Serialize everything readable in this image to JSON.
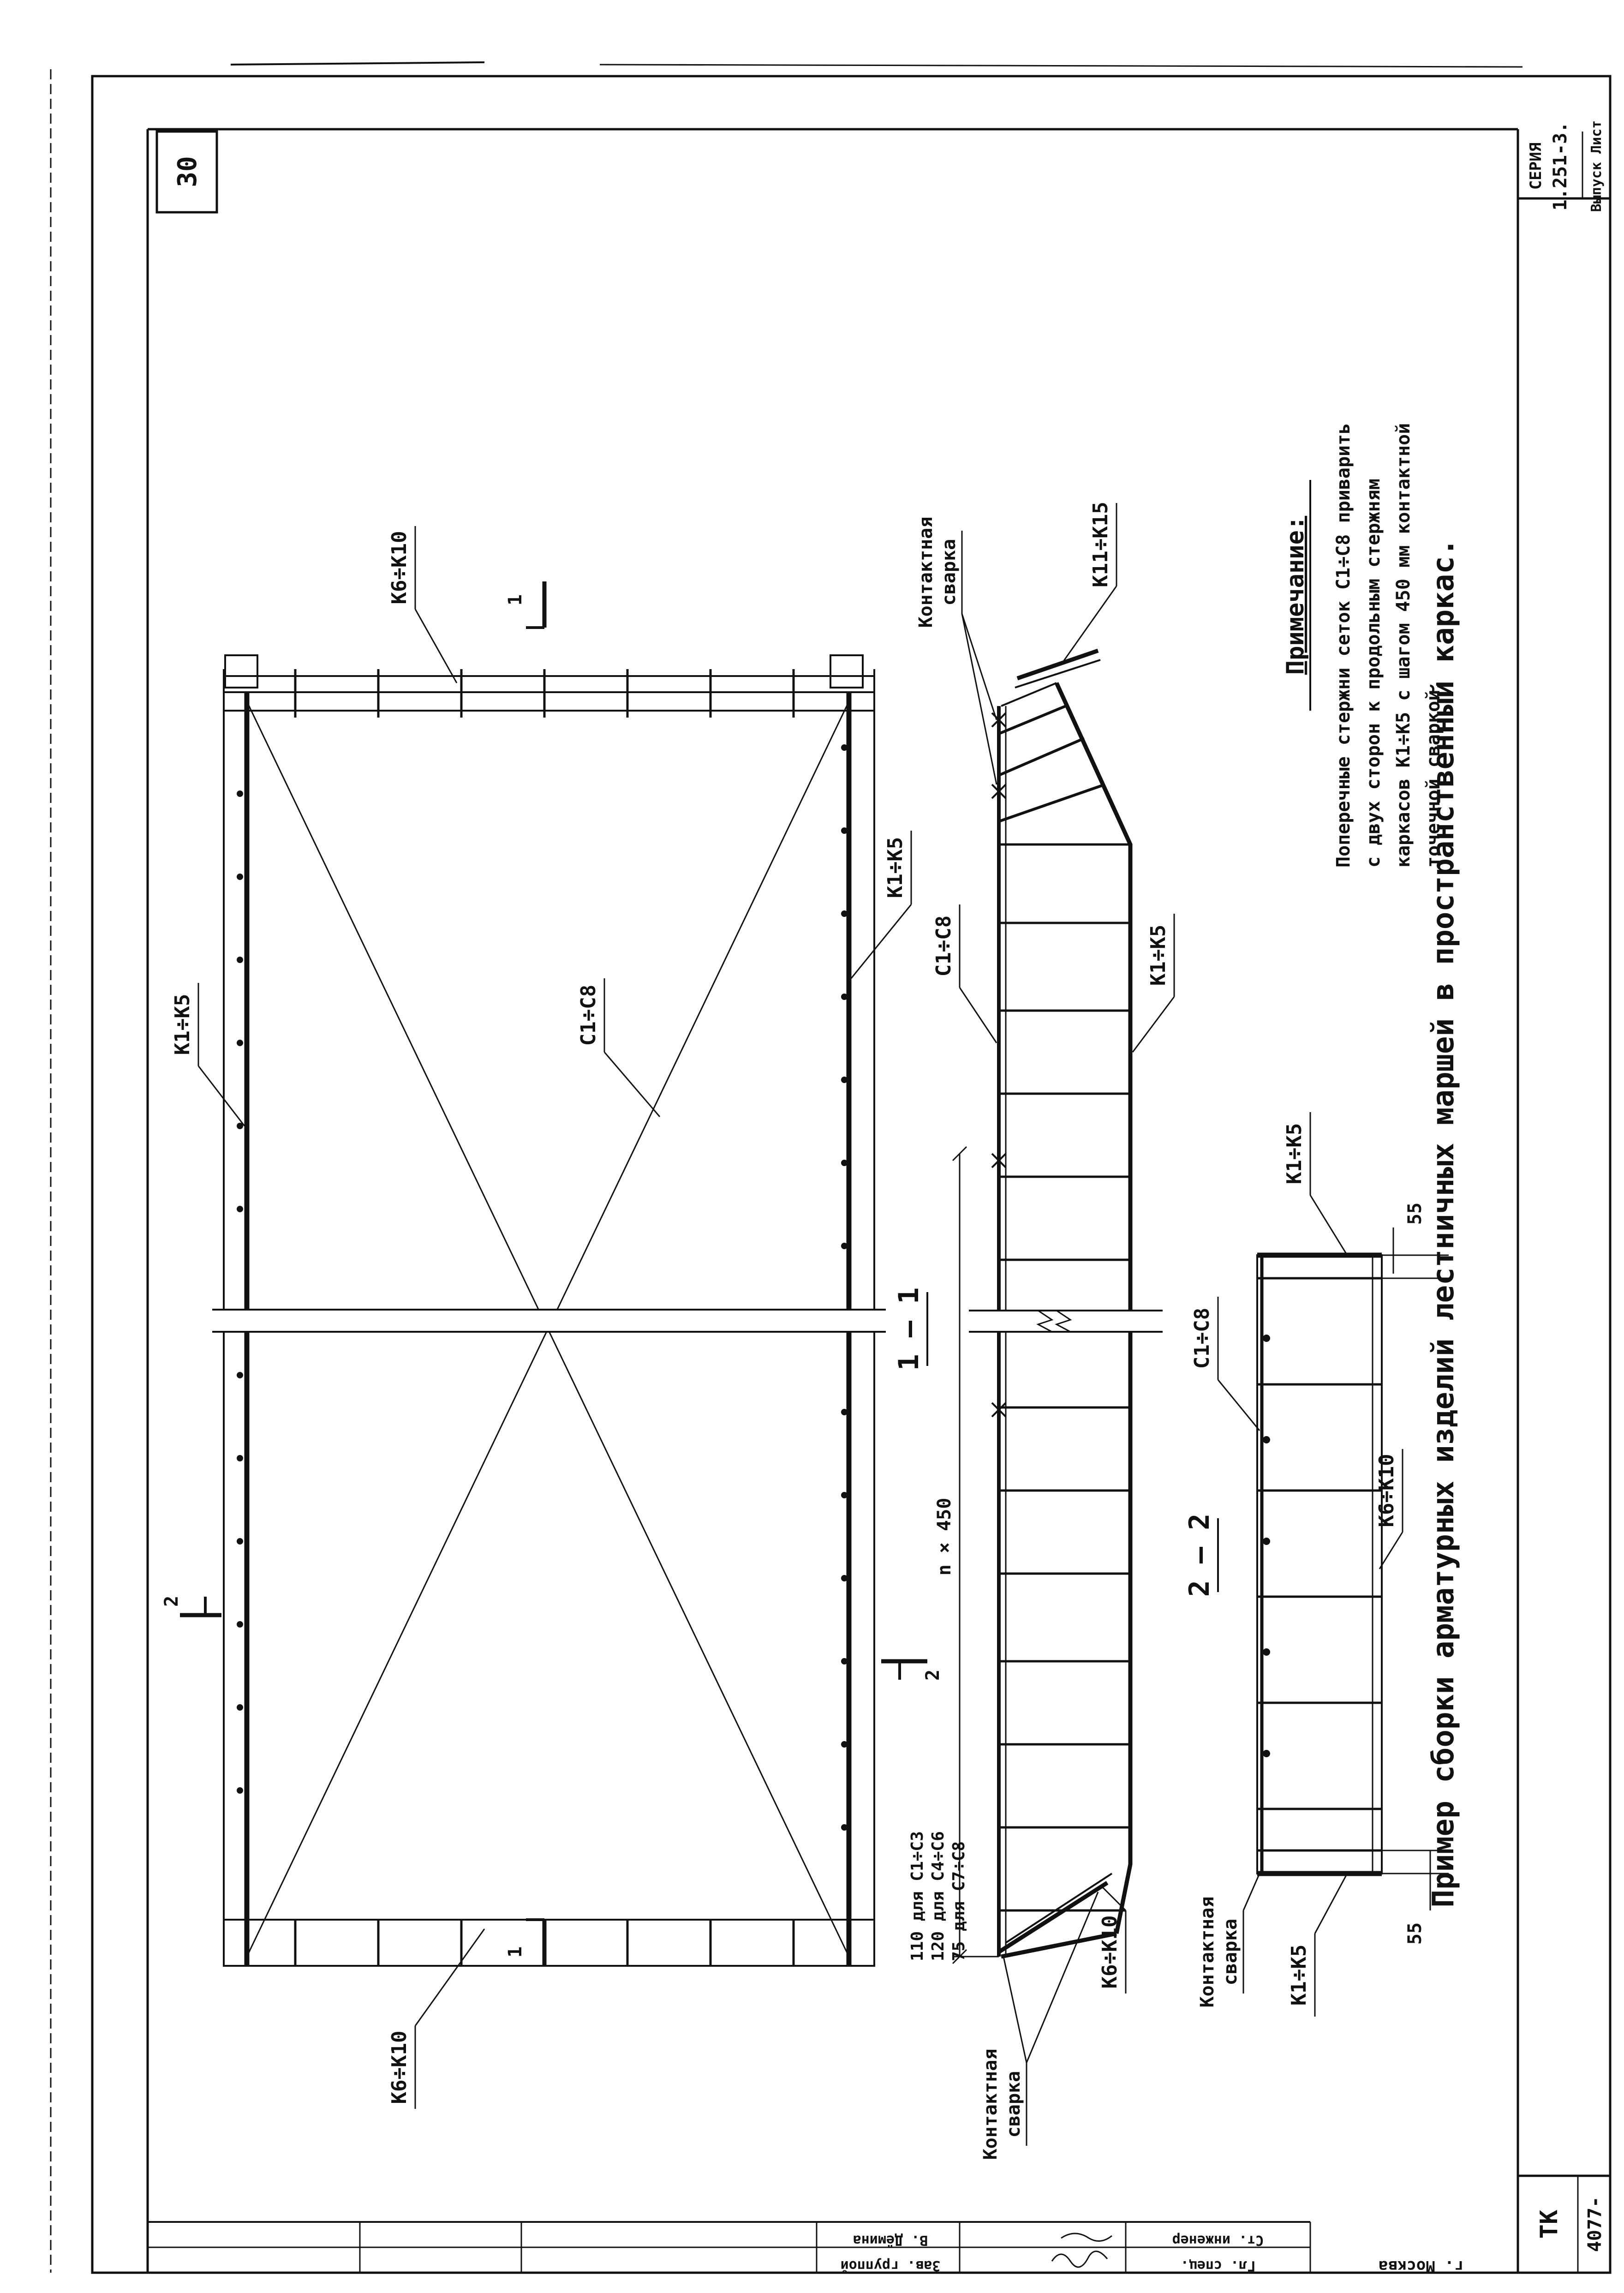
{
  "sheet": {
    "page_number": "30",
    "series_label": "СЕРИЯ",
    "series_value": "1.251-3.",
    "issue_sheet_label": "Выпуск Лист",
    "tk_label": "ТК",
    "tk_number": "4077-",
    "city": "г. Москва"
  },
  "title": "Пример сборки арматурных изделий лестничных маршей в пространственный каркас.",
  "note": {
    "heading": "Примечание:",
    "lines": [
      "Поперечные стержни сеток С1÷С8 приварить",
      "с двух сторон к продольным стержням",
      "каркасов К1÷К5 с шагом 450 мм контактной",
      "точечной сваркой."
    ]
  },
  "plan": {
    "labels": {
      "k1_k5_left": "К1÷К5",
      "k1_k5_right": "К1÷К5",
      "c1_c8": "С1÷С8",
      "k6_k10_top": "К6÷К10",
      "k6_k10_bottom": "К6÷К10"
    },
    "section_marks": {
      "s1_top": "1",
      "s1_bottom": "1",
      "s2_left": "2",
      "s2_right": "2"
    }
  },
  "section_1_1": {
    "title": "1 – 1",
    "labels": {
      "contact_weld_top_1": "Контактная",
      "contact_weld_top_2": "сварка",
      "k11_k15": "К11÷К15",
      "c1_c8": "С1÷С8",
      "k1_k5": "К1÷К5",
      "pitch": "n × 450",
      "k6_k10": "К6÷К10",
      "contact_weld_bottom_1": "Контактная",
      "contact_weld_bottom_2": "сварка"
    },
    "dims": [
      "110 для С1÷С3",
      "120 для С4÷С6",
      "75 для С7÷С8"
    ]
  },
  "section_2_2": {
    "title": "2 – 2",
    "labels": {
      "k1_k5_top": "К1÷К5",
      "c1_c8": "С1÷С8",
      "k6_k10": "К6÷К10",
      "contact_weld_1": "Контактная",
      "contact_weld_2": "сварка",
      "k1_k5_bottom": "К1÷К5"
    },
    "dim_top": "55",
    "dim_bottom": "55"
  },
  "stamp": {
    "rows": [
      "Гл. спец.",
      "Ст. инженер",
      "Зав. группой",
      "В. Дёмина"
    ]
  }
}
